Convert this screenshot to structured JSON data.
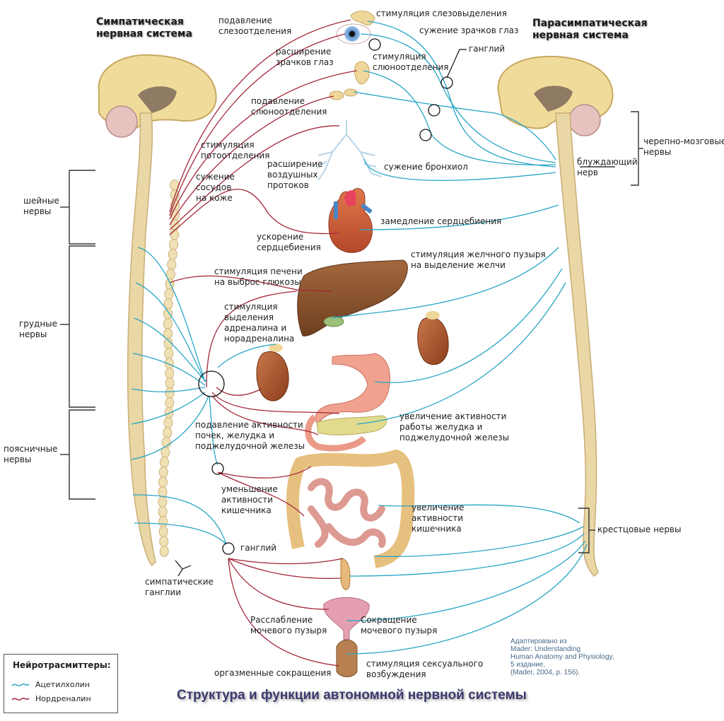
{
  "title": "Структура и функции автономной нервной системы",
  "headers": {
    "sympathetic": "Симпатическая\nнервная система",
    "parasympathetic": "Парасимпатическая\nнервная система"
  },
  "colors": {
    "acetylcholine": "#29a6c6",
    "noradrenaline": "#a3263a",
    "brain": "#f0dc9a",
    "spine": "#ead7a6"
  },
  "spine_regions": {
    "cervical": "шейные\nнервы",
    "thoracic": "грудные\nнервы",
    "lumbar": "поясничные\nнервы",
    "sympathetic_ganglia": "симпатические\nганглии",
    "cranial": "черепно-мозговые\nнервы",
    "vagus": "блуждающий\nнерв",
    "sacral": "крестцовые нервы",
    "ganglion_top": "ганглий",
    "ganglion_bottom": "ганглий"
  },
  "sympathetic_effects": {
    "tear_inhibit": "подавление\nслезоотделения",
    "pupil_dilate": "расширение\nзрачков глаз",
    "saliva_inhibit": "подавление\nслюноотделения",
    "sweat": "стимуляция\nпотоотделения",
    "skin_vessels": "сужение\nсосудов\nна коже",
    "airways": "расширение\nвоздушных\nпротоков",
    "heart_fast": "ускорение\nсердцебиения",
    "liver": "стимуляция печени\nна выброс глюкозы",
    "adrenal": "стимуляция\nвыделения\nадреналина и\nнорадреналина",
    "digest_inhibit": "подавление активности\nпочек, желудка и\nподжелудочной железы",
    "intestine_inhibit": "уменьшение\nактивности\nкишечника",
    "bladder_relax": "Расслабление\nмочевого пузыря",
    "orgasm": "оргазменные сокращения"
  },
  "parasympathetic_effects": {
    "tear_stim": "стимуляция слезовыделения",
    "pupil_constrict": "сужение зрачков глаз",
    "saliva_stim": "стимуляция\nслюноотделения",
    "bronchi": "сужение бронхиол",
    "heart_slow": "замедление сердцебиения",
    "gallbladder": "стимуляция желчного пузыря\nна выделение желчи",
    "digest_stim": "увеличение активности\nработы желудка и\nподжелудочной железы",
    "intestine_stim": "увеличение\nактивности\nкишечника",
    "bladder_contract": "Сокращение\nмочевого пузыря",
    "sexual": "стимуляция сексуального\nвозбуждения"
  },
  "legend": {
    "title": "Нейротрасмиттеры:",
    "items": [
      {
        "label": "Ацетилхолин",
        "color": "#29a6c6"
      },
      {
        "label": "Нордреналин",
        "color": "#a3263a"
      }
    ]
  },
  "credit": "Адаптировано из\nMader: Understanding\nHuman Anatomy and Physiology,\n5 издание,\n(Mader, 2004, p. 156)."
}
